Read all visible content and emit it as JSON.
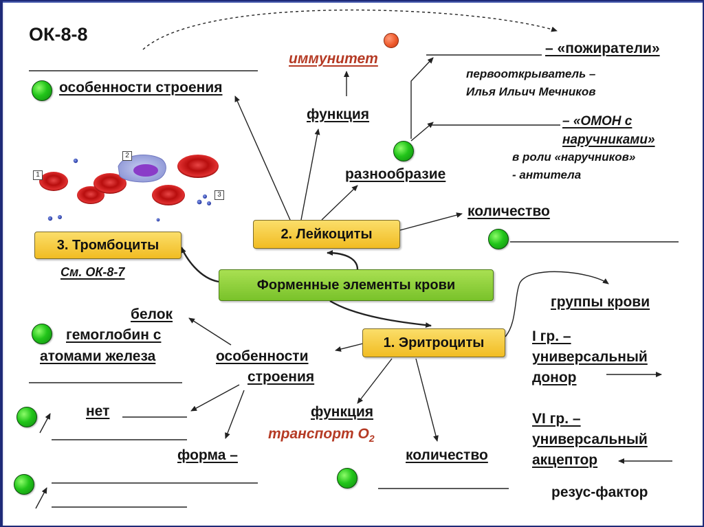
{
  "title": "ОК-8-8",
  "nodes": {
    "center": "Форменные элементы крови",
    "leukocytes": "2. Лейкоциты",
    "platelets": "3. Тромбоциты",
    "erythrocytes": "1. Эритроциты"
  },
  "platelets_ref": "См. ОК-8-7",
  "leuko": {
    "structure": "особенности строения",
    "function": "функция",
    "immunity": "иммунитет",
    "diversity": "разнообразие",
    "phagocytes": "– «пожиратели»",
    "discoverer_line1": "первооткрыватель –",
    "discoverer_line2": "Илья Ильич Мечников",
    "omon_line1": "– «ОМОН с",
    "omon_line2": "наручниками»",
    "handcuffs_line1": "в роли «наручников»",
    "handcuffs_line2": "- антитела",
    "quantity": "количество"
  },
  "erythro": {
    "protein": "белок",
    "hemoglobin_line1": "гемоглобин с",
    "hemoglobin_line2": "атомами железа",
    "structure_line1": "особенности",
    "structure_line2": "строения",
    "absent": "нет",
    "shape": "форма –",
    "function": "функция",
    "transport": "транспорт О",
    "transport_sub": "2",
    "quantity": "количество",
    "blood_groups": "группы крови",
    "group1_line1": "I гр. –",
    "group1_line2": "универсальный",
    "group1_line3": "донор",
    "group4_line1": "VI гр. –",
    "group4_line2": "универсальный",
    "group4_line3": "акцептор",
    "rhesus": "резус-фактор"
  },
  "figure_labels": [
    "1",
    "2",
    "3"
  ],
  "colors": {
    "node_yellow": "#f4c531",
    "node_green": "#8fd03a",
    "marker_green": "#22c51a",
    "marker_red": "#ee5a2c",
    "accent_red_text": "#b53a24",
    "frame_blue": "#1e2a78"
  }
}
